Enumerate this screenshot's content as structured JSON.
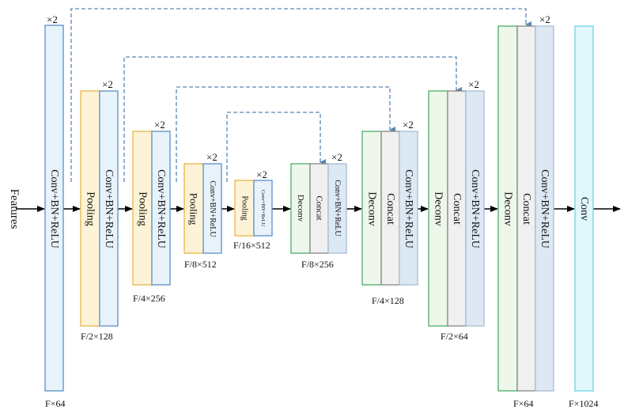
{
  "input_label": "Features",
  "blocks": {
    "enc1": {
      "conv": "Conv+BN+ReLU",
      "repeat": "×2",
      "size": "F×64"
    },
    "enc2": {
      "pool": "Pooling",
      "conv": "Conv+BN+ReLU",
      "repeat": "×2",
      "size": "F/2×128"
    },
    "enc3": {
      "pool": "Pooling",
      "conv": "Conv+BN+ReLU",
      "repeat": "×2",
      "size": "F/4×256"
    },
    "enc4": {
      "pool": "Pooling",
      "conv": "Conv+BN+ReLU",
      "repeat": "×2",
      "size": "F/8×512"
    },
    "bottleneck": {
      "pool": "Pooling",
      "conv": "Conv+BN+ReLU",
      "repeat": "×2",
      "size": "F/16×512"
    },
    "dec4": {
      "deconv": "Deconv",
      "concat": "Concat",
      "conv": "Conv+BN+ReLU",
      "repeat": "×2",
      "size": "F/8×256"
    },
    "dec3": {
      "deconv": "Deconv",
      "concat": "Concat",
      "conv": "Conv+BN+ReLU",
      "repeat": "×2",
      "size": "F/4×128"
    },
    "dec2": {
      "deconv": "Deconv",
      "concat": "Concat",
      "conv": "Conv+BN+ReLU",
      "repeat": "×2",
      "size": "F/2×64"
    },
    "dec1": {
      "deconv": "Deconv",
      "concat": "Concat",
      "conv": "Conv+BN+ReLU",
      "repeat": "×2",
      "size": "F×64"
    },
    "output": {
      "conv": "Conv",
      "size": "F×1024"
    }
  },
  "colors": {
    "conv_fill": "#e8f2fb",
    "conv_stroke": "#5b8fc9",
    "pool_fill": "#fdf3d6",
    "pool_stroke": "#e8b54a",
    "deconv_fill": "#eef7ea",
    "deconv_stroke": "#4caf6a",
    "concat_fill": "#f0f0f0",
    "concat_stroke": "#888888",
    "decconv_fill": "#dce8f3",
    "decconv_stroke": "#a8bdd3",
    "out_fill": "#e0f7fb",
    "out_stroke": "#6fd3e3",
    "skip_line": "#5a86b5"
  }
}
